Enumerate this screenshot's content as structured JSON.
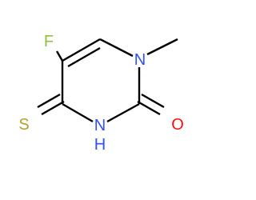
{
  "molecule": {
    "atoms": [
      {
        "id": "F",
        "symbol": "F",
        "color": "#8cc43c"
      },
      {
        "id": "N1",
        "symbol": "N",
        "color": "#3050f8"
      },
      {
        "id": "N3",
        "symbol": "N",
        "color": "#3050f8"
      },
      {
        "id": "H3",
        "symbol": "H",
        "color": "#3050f8"
      },
      {
        "id": "O",
        "symbol": "O",
        "color": "#ff0d0d"
      },
      {
        "id": "S",
        "symbol": "S",
        "color": "#b5a22a"
      }
    ],
    "bond_color": "#000000"
  }
}
